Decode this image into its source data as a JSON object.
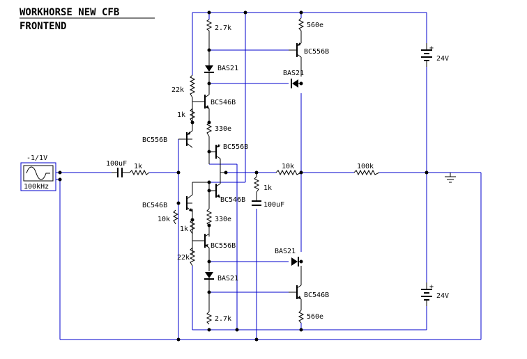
{
  "title": {
    "line1": "WORKHORSE NEW CFB",
    "line2": "FRONTEND"
  },
  "source": {
    "amplitude": "-1/1V",
    "frequency": "100kHz"
  },
  "labels": {
    "r_top_2k7": "2.7k",
    "r_top_560": "560e",
    "t_top_out": "BC556B",
    "d_top_bias": "BAS21",
    "d_top_clamp": "BAS21",
    "r_top_22k": "22k",
    "t_top_vas": "BC546B",
    "r_top_1k": "1k",
    "r_top_330": "330e",
    "t_top_in": "BC556B",
    "t_top_mirror": "BC556B",
    "c_in": "100uF",
    "r_in": "1k",
    "r_fb": "10k",
    "r_load": "100k",
    "t_bot_in": "BC546B",
    "t_bot_mirror": "BC546B",
    "r_bot_10k": "10k",
    "r_bot_1k": "1k",
    "r_gnd": "1k",
    "c_gnd": "100uF",
    "r_bot_330": "330e",
    "t_bot_vas": "BC556B",
    "d_bot_clamp": "BAS21",
    "r_bot_22k": "22k",
    "d_bot_bias": "BAS21",
    "t_bot_out": "BC546B",
    "r_bot_2k7": "2.7k",
    "r_bot_560": "560e",
    "v_top": "24V",
    "v_bot": "24V",
    "plus": "+"
  }
}
